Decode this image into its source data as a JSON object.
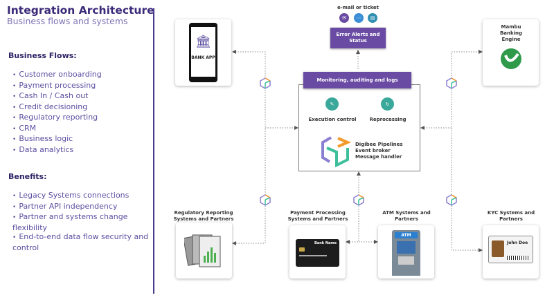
{
  "header": {
    "title": "Integration Architecture",
    "subtitle": "Business flows and systems"
  },
  "business_flows": {
    "heading": "Business Flows:",
    "items": [
      "Customer onboarding",
      "Payment processing",
      "Cash In / Cash out",
      "Credit decisioning",
      "Regulatory reporting",
      "CRM",
      "Business logic",
      "Data analytics"
    ]
  },
  "benefits": {
    "heading": "Benefits:",
    "items": [
      "Legacy Systems connections",
      "Partner API independency",
      "Partner and systems change flexibility",
      "End-to-end data flow security and control"
    ]
  },
  "diagram": {
    "bank_app": "BANK APP",
    "notify_label": "e-mail or ticket",
    "error_alerts": "Error Alerts and Status",
    "monitoring": "Monitoring, auditing and logs",
    "execution_control": "Execution control",
    "reprocessing": "Reprocessing",
    "core": [
      "Digibee Pipelines",
      "Event broker",
      "Message handler"
    ],
    "mambu": "Mambu Banking Engine",
    "regulatory": "Regulatory Reporting Systems and Partners",
    "payment": "Payment Processing Systems and Partners",
    "card_bank_name": "Bank Name",
    "atm": "ATM Systems and Partners",
    "atm_sign": "ATM",
    "kyc": "KYC Systems and Partners",
    "kyc_name": "John Doe"
  },
  "colors": {
    "purple": "#6a4ba3",
    "teal": "#3aa89a",
    "title": "#3b2a78"
  }
}
